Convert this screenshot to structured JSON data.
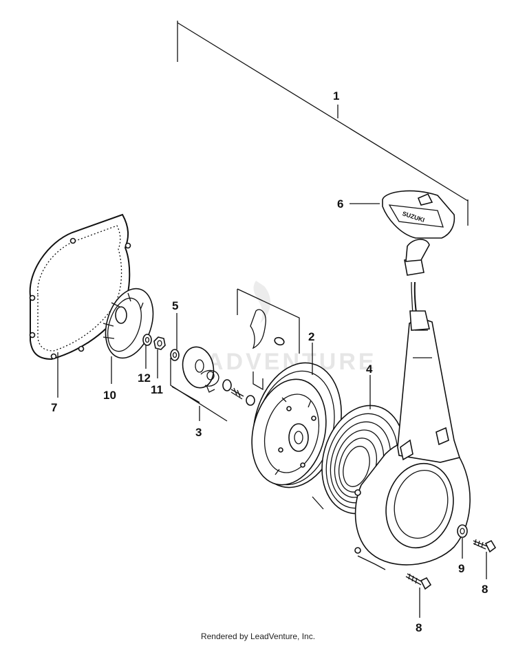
{
  "footer": {
    "text": "Rendered by LeadVenture, Inc."
  },
  "watermark": {
    "text": "ADVENTURE"
  },
  "callouts": [
    {
      "id": "1",
      "label": "1"
    },
    {
      "id": "2",
      "label": "2"
    },
    {
      "id": "3",
      "label": "3"
    },
    {
      "id": "4",
      "label": "4"
    },
    {
      "id": "5",
      "label": "5"
    },
    {
      "id": "6",
      "label": "6"
    },
    {
      "id": "7",
      "label": "7"
    },
    {
      "id": "8a",
      "label": "8"
    },
    {
      "id": "8b",
      "label": "8"
    },
    {
      "id": "9",
      "label": "9"
    },
    {
      "id": "10",
      "label": "10"
    },
    {
      "id": "11",
      "label": "11"
    },
    {
      "id": "12",
      "label": "12"
    }
  ],
  "handle": {
    "brand": "SUZUKI"
  }
}
